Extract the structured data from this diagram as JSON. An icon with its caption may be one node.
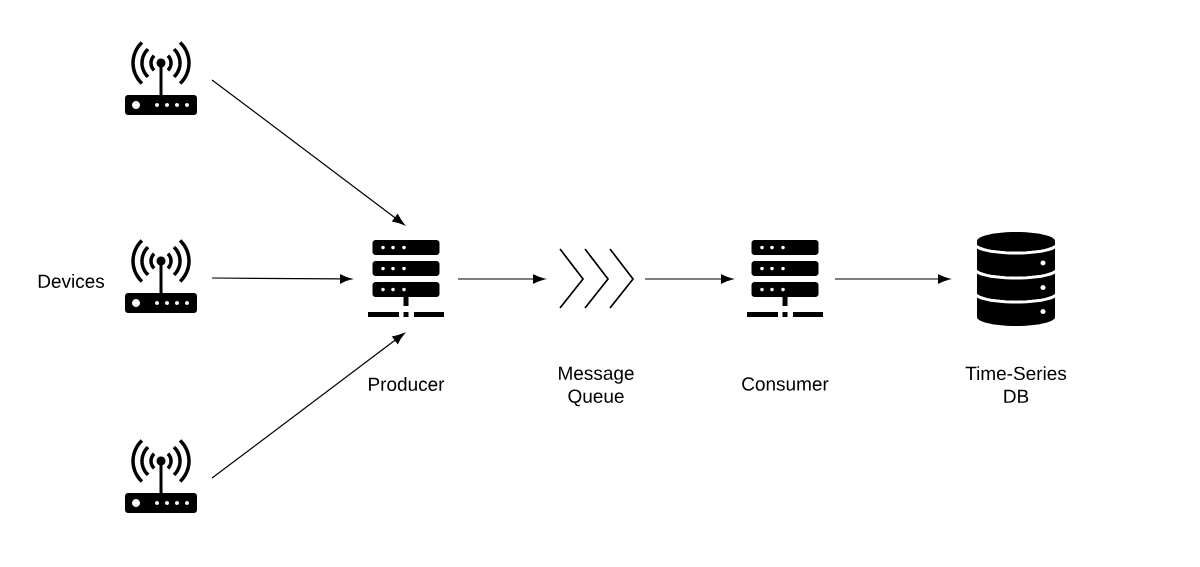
{
  "diagram": {
    "nodes": [
      {
        "text": [],
        "shape": "picture"
      },
      {
        "text": [],
        "shape": "picture"
      },
      {
        "text": [],
        "shape": "picture"
      },
      {
        "text": [],
        "shape": "picture",
        "beside": [
          "Producer"
        ]
      },
      {
        "text": [],
        "shape": "picture",
        "beside": [
          "Message Queue"
        ]
      },
      {
        "text": [],
        "shape": "picture",
        "beside": [
          "Consumer"
        ]
      },
      {
        "text": [],
        "shape": "cylinder",
        "beside": [
          "Time-Series DB"
        ]
      }
    ],
    "edges": [
      {
        "from": 0,
        "to": 3,
        "arrow": "to"
      },
      {
        "from": 1,
        "to": 3,
        "arrow": "to"
      },
      {
        "from": 2,
        "to": 3,
        "arrow": "to"
      },
      {
        "from": 3,
        "to": 4,
        "arrow": "to"
      },
      {
        "from": 4,
        "to": 5,
        "arrow": "to"
      },
      {
        "from": 5,
        "to": 6,
        "arrow": "to"
      }
    ],
    "labels": [
      "Devices"
    ]
  }
}
